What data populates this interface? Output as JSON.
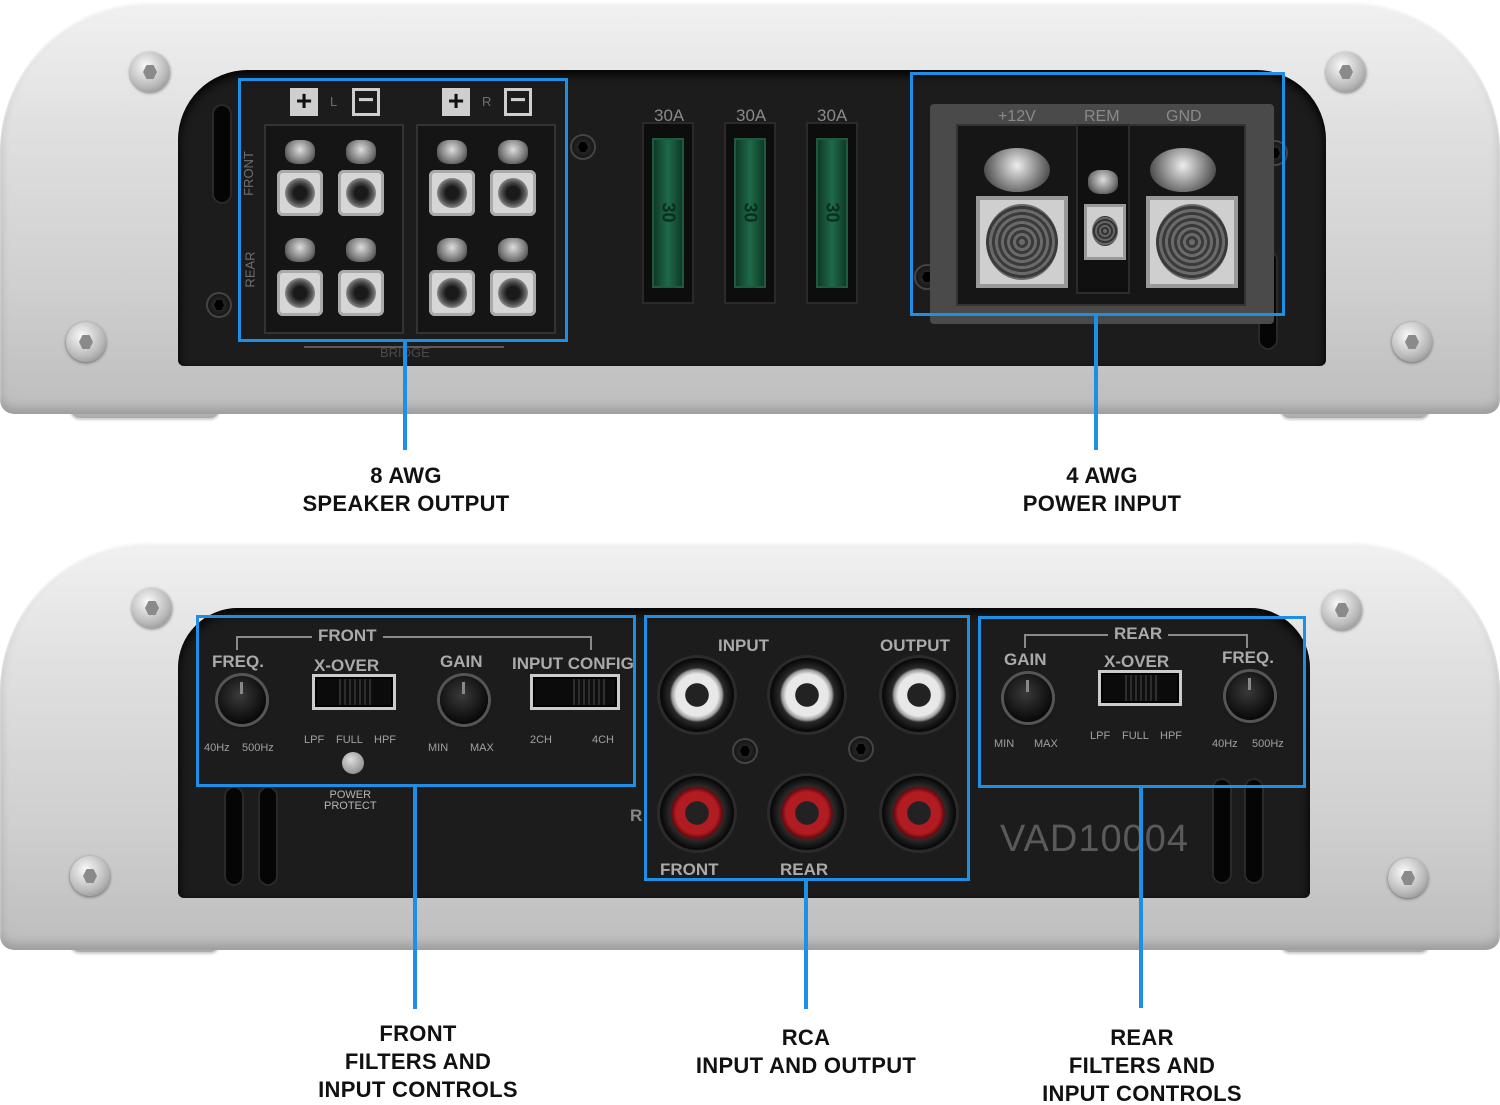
{
  "top_panel": {
    "speaker_terminal": {
      "left_channel": "L",
      "right_channel": "R",
      "front_label": "FRONT",
      "rear_label": "REAR",
      "bridge_label": "BRIDGE"
    },
    "fuses": [
      "30A",
      "30A",
      "30A"
    ],
    "fuse_marking": "30",
    "power_terminal": {
      "plus12v_label": "+12V",
      "rem_label": "REM",
      "gnd_label": "GND"
    }
  },
  "bottom_panel": {
    "front_controls": {
      "group_label": "FRONT",
      "freq_label": "FREQ.",
      "freq_min": "40Hz",
      "freq_max": "500Hz",
      "xover_label": "X-OVER",
      "xover_lpf": "LPF",
      "xover_full": "FULL",
      "xover_hpf": "HPF",
      "gain_label": "GAIN",
      "gain_min": "MIN",
      "gain_max": "MAX",
      "input_config_label": "INPUT CONFIG",
      "input_2ch": "2CH",
      "input_4ch": "4CH",
      "power_protect_line1": "POWER",
      "power_protect_line2": "PROTECT"
    },
    "rca": {
      "input_label": "INPUT",
      "output_label": "OUTPUT",
      "front_label": "FRONT",
      "rear_label": "REAR",
      "side_letter": "R"
    },
    "rear_controls": {
      "group_label": "REAR",
      "gain_label": "GAIN",
      "gain_min": "MIN",
      "gain_max": "MAX",
      "xover_label": "X-OVER",
      "xover_lpf": "LPF",
      "xover_full": "FULL",
      "xover_hpf": "HPF",
      "freq_label": "FREQ.",
      "freq_min": "40Hz",
      "freq_max": "500Hz"
    },
    "model": "VAD10004"
  },
  "callouts": {
    "speaker_output": [
      "8 AWG",
      "SPEAKER OUTPUT"
    ],
    "power_input": [
      "4 AWG",
      "POWER INPUT"
    ],
    "front_filters": [
      "FRONT",
      "FILTERS AND",
      "INPUT CONTROLS"
    ],
    "rca_io": [
      "RCA",
      "INPUT AND OUTPUT"
    ],
    "rear_filters": [
      "REAR",
      "FILTERS AND",
      "INPUT CONTROLS"
    ]
  },
  "colors": {
    "highlight": "#1f8fe6",
    "panel": "#1c1c1c",
    "case": "#d9d9d9",
    "fuse_green": "#1e6a48",
    "rca_red": "#b01c22"
  }
}
